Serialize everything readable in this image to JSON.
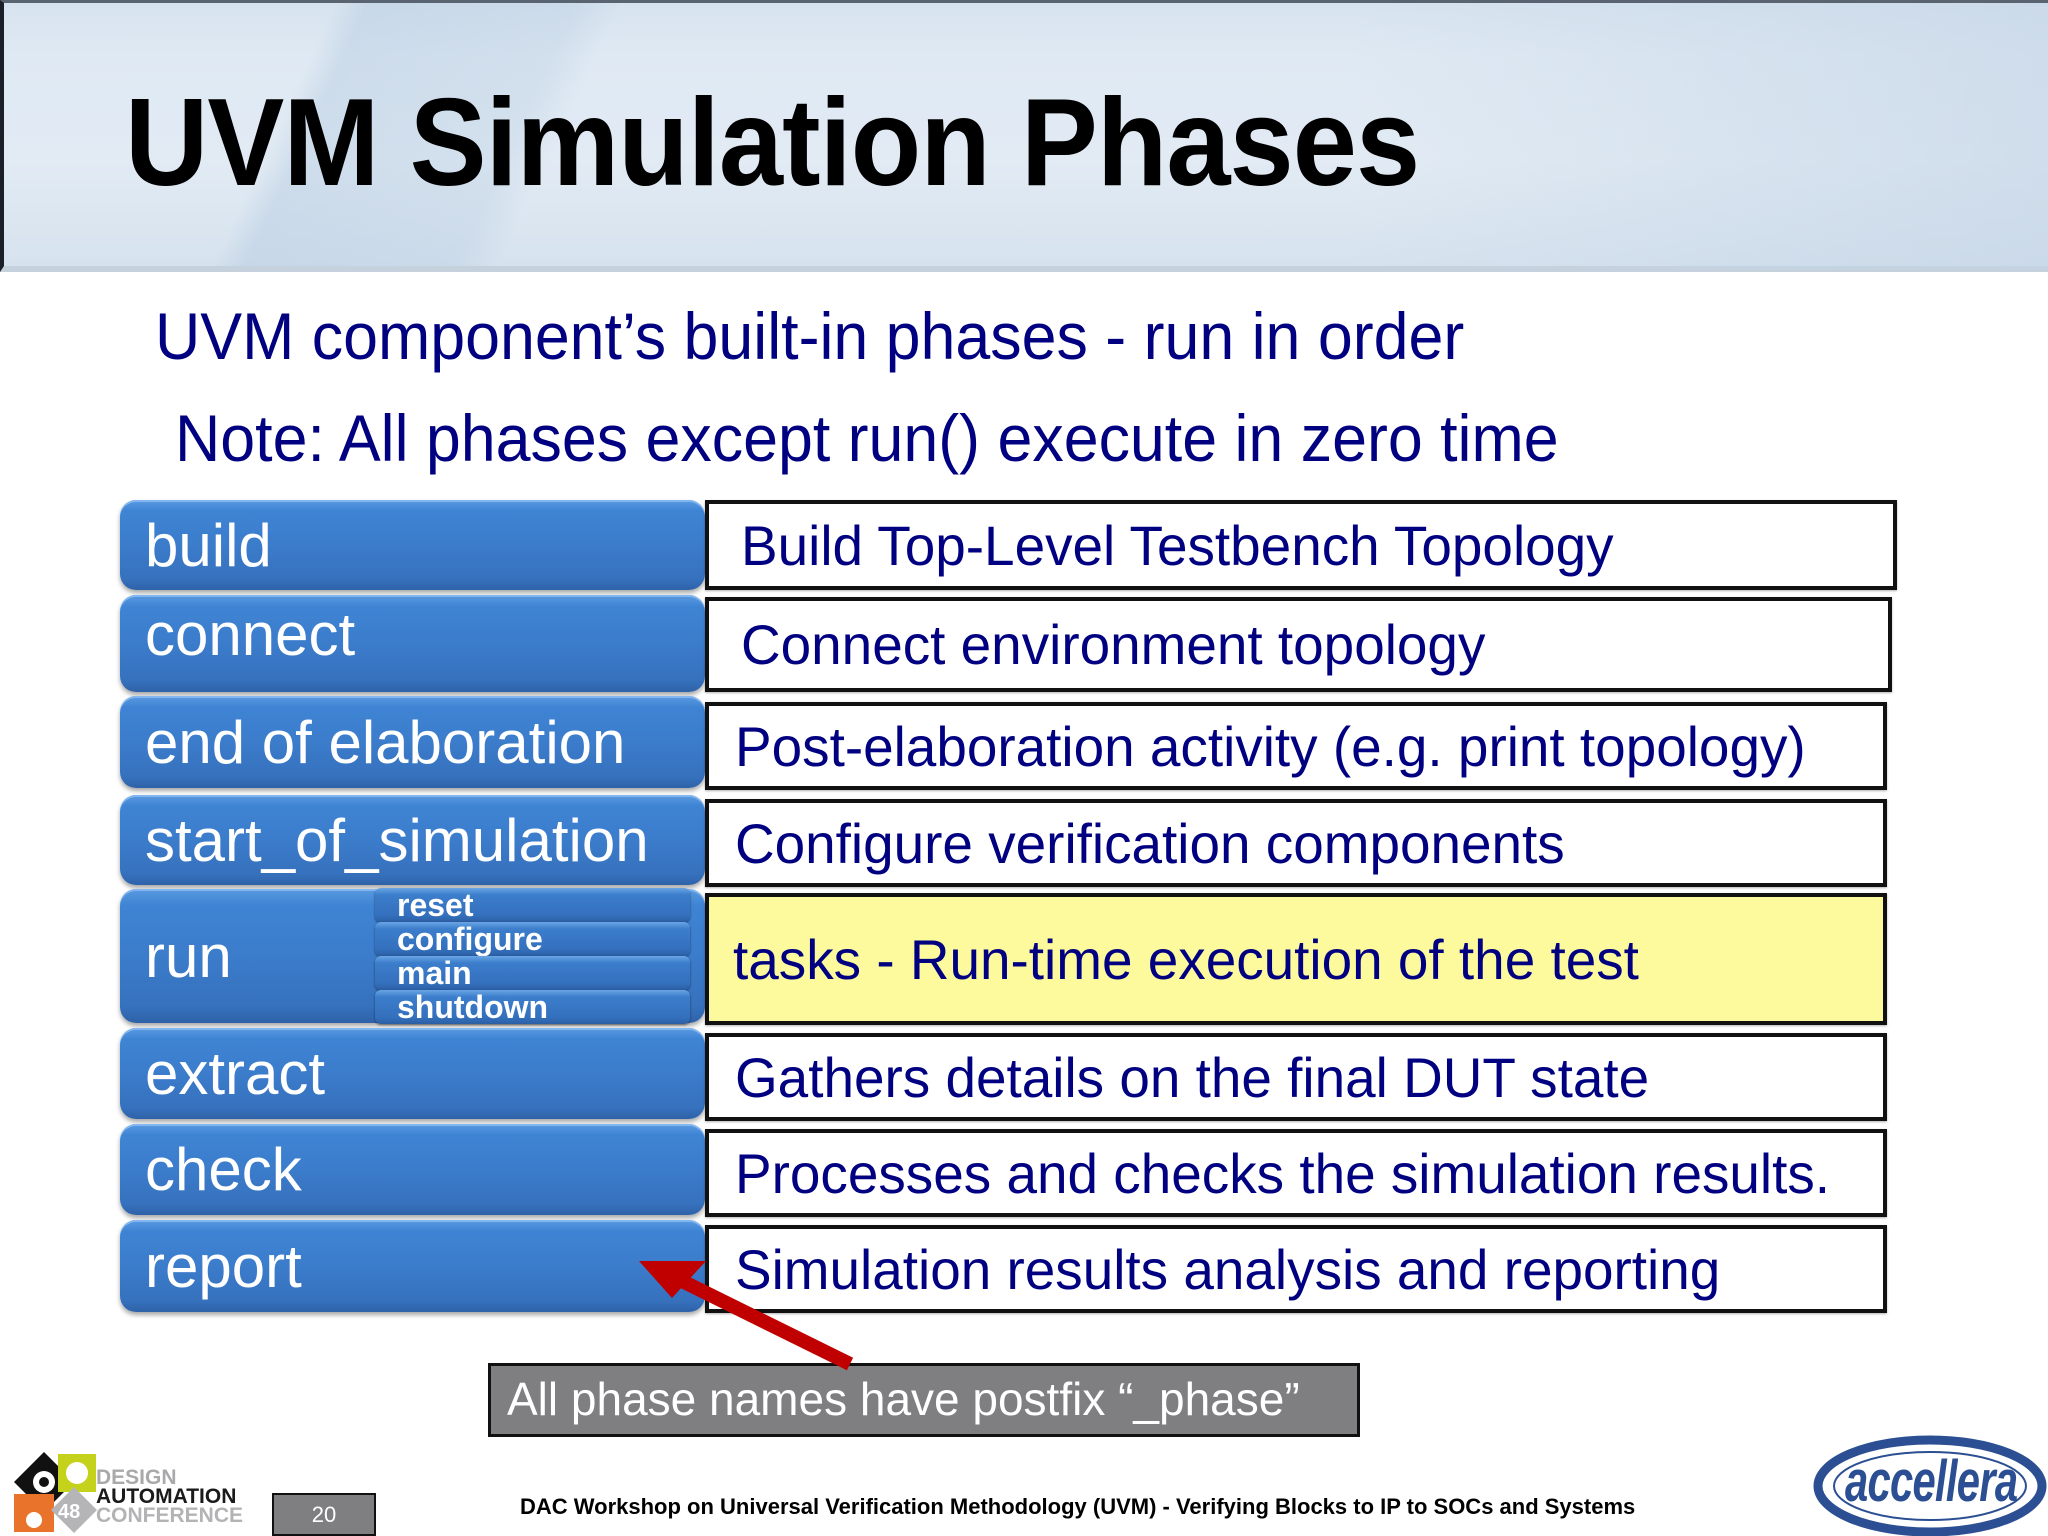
{
  "slide": {
    "title": "UVM Simulation Phases",
    "subtitle_lines": [
      "UVM component’s built-in phases - run in order",
      "Note: All phases except run() execute in zero time"
    ],
    "phases": [
      {
        "name": "build",
        "description": "Build Top-Level Testbench Topology"
      },
      {
        "name": "connect",
        "description": "Connect environment topology"
      },
      {
        "name": "end of elaboration",
        "description": "Post-elaboration activity (e.g. print topology)"
      },
      {
        "name": "start_of_simulation",
        "description": "Configure verification components"
      },
      {
        "name": "run",
        "description": "tasks - Run-time execution of the test",
        "highlighted": true,
        "subphases": [
          "reset",
          "configure",
          "main",
          "shutdown"
        ]
      },
      {
        "name": "extract",
        "description": "Gathers details on the final DUT state"
      },
      {
        "name": "check",
        "description": "Processes and checks the simulation results."
      },
      {
        "name": "report",
        "description": "Simulation results analysis and reporting"
      }
    ],
    "callout": "All phase names have  postfix “_phase”",
    "page_number": "20",
    "footer": "DAC Workshop on Universal Verification Methodology (UVM) - Verifying Blocks to IP to SOCs and Systems",
    "logos": {
      "left": {
        "number": "48",
        "line1": "DESIGN",
        "line2": "AUTOMATION",
        "line3": "CONFERENCE"
      },
      "right": {
        "text": "accellera"
      }
    },
    "colors": {
      "phase_blue": "#3b7ccb",
      "text_navy": "#000080",
      "highlight_yellow": "#fcfa9c",
      "arrow_red": "#c00000",
      "callout_gray": "#7f7e80",
      "accellera_blue": "#2b4f92"
    }
  }
}
